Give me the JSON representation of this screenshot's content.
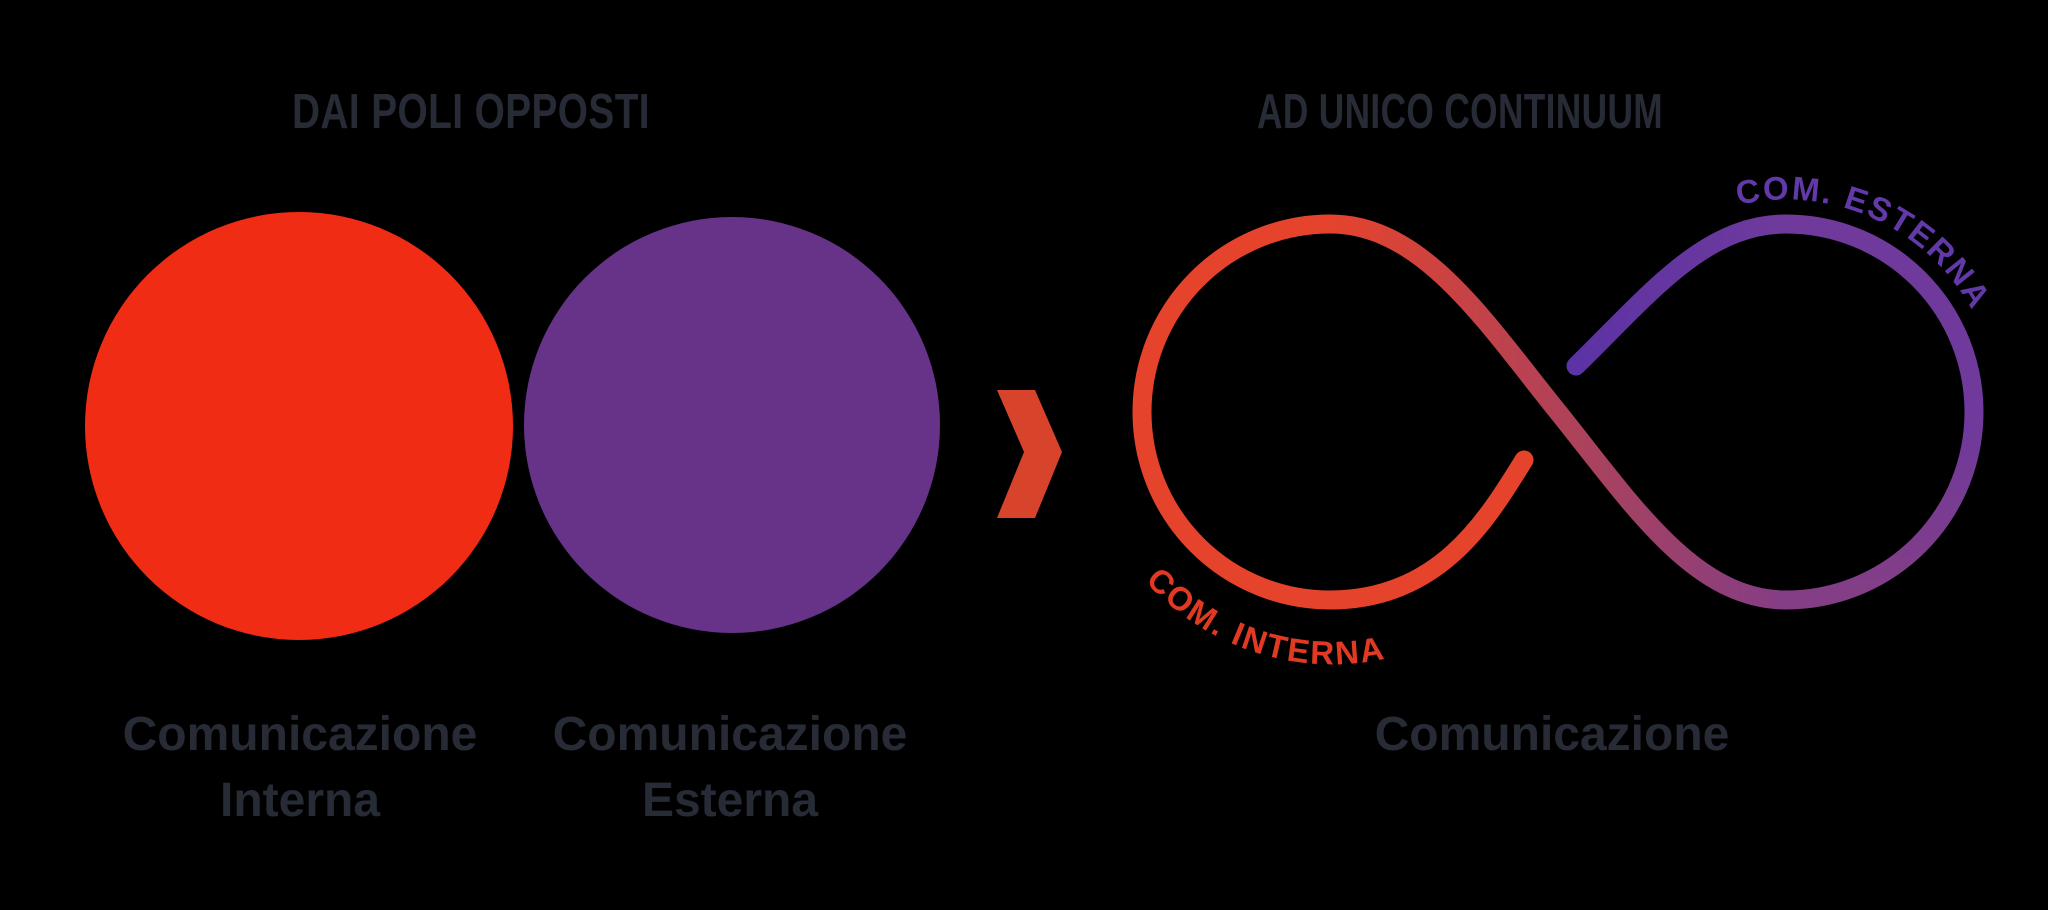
{
  "colors": {
    "background": "#000000",
    "heading_text": "#262B36",
    "circle_interna": "#F02C15",
    "circle_esterna": "#663388",
    "chevron": "#D8432B",
    "infinity_red": "#E5432C",
    "infinity_maroon": "#A8425F",
    "infinity_purple": "#6F3A9B",
    "infinity_violet": "#5C33A4",
    "label_interna": "#E23A22",
    "label_esterna": "#6239A8"
  },
  "left": {
    "title": "DAI POLI OPPOSTI",
    "items": [
      {
        "line1": "Comunicazione",
        "line2": "Interna"
      },
      {
        "line1": "Comunicazione",
        "line2": "Esterna"
      }
    ]
  },
  "arrow": {
    "icon": "chevron-right"
  },
  "right": {
    "title": "AD UNICO CONTINUUM",
    "loop_labels": {
      "interna": "COM. INTERNA",
      "esterna": "COM. ESTERNA"
    },
    "caption": "Comunicazione"
  }
}
